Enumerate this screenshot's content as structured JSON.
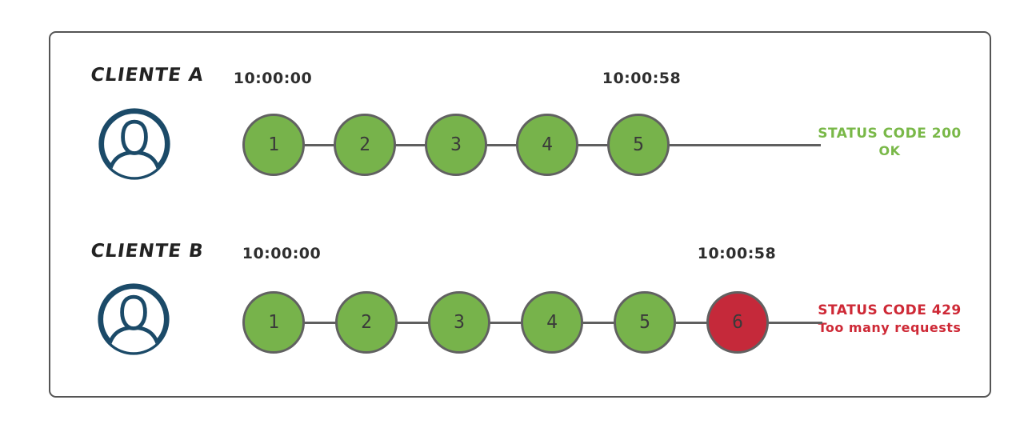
{
  "rows": [
    {
      "label": "CLIENTE A",
      "start_time": "10:00:00",
      "end_time": "10:00:58",
      "requests": [
        {
          "n": "1",
          "state": "ok"
        },
        {
          "n": "2",
          "state": "ok"
        },
        {
          "n": "3",
          "state": "ok"
        },
        {
          "n": "4",
          "state": "ok"
        },
        {
          "n": "5",
          "state": "ok"
        }
      ],
      "status_code_line": "STATUS CODE 200",
      "status_desc_line": "OK",
      "status_type": "ok",
      "avatar_icon": "user-avatar-icon"
    },
    {
      "label": "CLIENTE B",
      "start_time": "10:00:00",
      "end_time": "10:00:58",
      "requests": [
        {
          "n": "1",
          "state": "ok"
        },
        {
          "n": "2",
          "state": "ok"
        },
        {
          "n": "3",
          "state": "ok"
        },
        {
          "n": "4",
          "state": "ok"
        },
        {
          "n": "5",
          "state": "ok"
        },
        {
          "n": "6",
          "state": "limited"
        }
      ],
      "status_code_line": "STATUS CODE 429",
      "status_desc_line": "Too many requests",
      "status_type": "error",
      "avatar_icon": "user-avatar-icon"
    }
  ],
  "colors": {
    "background": "#FFFFFF",
    "green": "#77B34B",
    "red": "#C5293A",
    "circle_border": "#616161",
    "line": "#5F5F5F",
    "frame_border": "#555555",
    "timestamp": "#2E2E2E",
    "label": "#222222",
    "avatar": "#1B4A68",
    "status_ok": "#79B848",
    "status_error": "#CE2936",
    "number": "#3A3A3A"
  }
}
